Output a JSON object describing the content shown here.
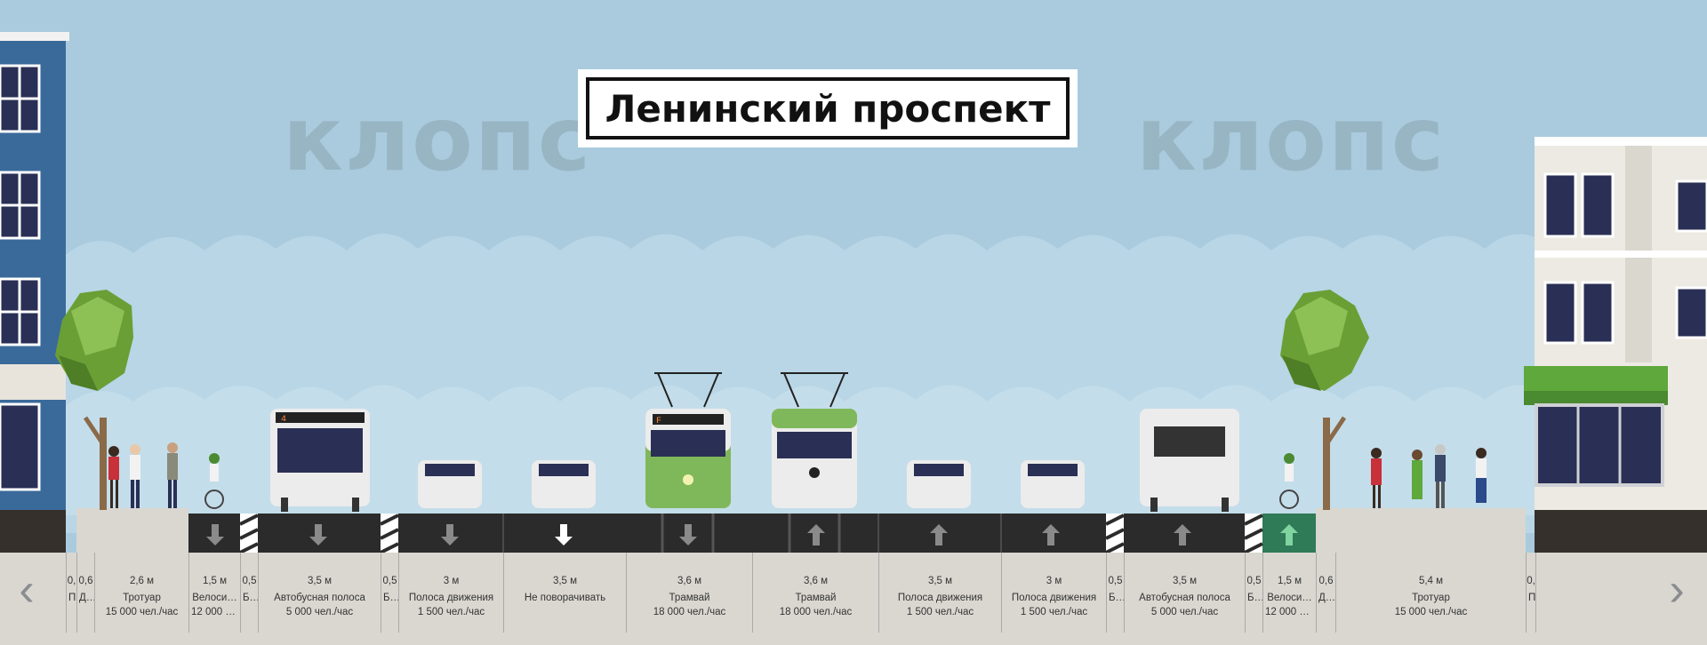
{
  "street": {
    "title": "Ленинский проспект"
  },
  "watermark": "клопс",
  "nav": {
    "prev": "‹",
    "next": "›"
  },
  "colors": {
    "sky": "#a9cbdd",
    "asphalt": "#2b2b2b",
    "sidewalk": "#d9d7d0",
    "bike_lane": "#2f7a57",
    "tram_green": "#7fb85a",
    "building_blue": "#3a6a9a",
    "tree": "#6a9f35"
  },
  "segments": [
    {
      "width": "0,",
      "name": "П",
      "capacity": ""
    },
    {
      "width": "0,6",
      "name": "Д…",
      "capacity": ""
    },
    {
      "width": "2,6 м",
      "name": "Тротуар",
      "capacity": "15 000 чел./час"
    },
    {
      "width": "1,5 м",
      "name": "Велоси…",
      "capacity": "12 000 ч…"
    },
    {
      "width": "0,5",
      "name": "Б…",
      "capacity": ""
    },
    {
      "width": "3,5 м",
      "name": "Автобусная полоса",
      "capacity": "5 000 чел./час"
    },
    {
      "width": "0,5",
      "name": "Б…",
      "capacity": ""
    },
    {
      "width": "3 м",
      "name": "Полоса движения",
      "capacity": "1 500 чел./час"
    },
    {
      "width": "3,5 м",
      "name": "Не поворачивать",
      "capacity": ""
    },
    {
      "width": "3,6 м",
      "name": "Трамвай",
      "capacity": "18 000 чел./час"
    },
    {
      "width": "3,6 м",
      "name": "Трамвай",
      "capacity": "18 000 чел./час"
    },
    {
      "width": "3,5 м",
      "name": "Полоса движения",
      "capacity": "1 500 чел./час"
    },
    {
      "width": "3 м",
      "name": "Полоса движения",
      "capacity": "1 500 чел./час"
    },
    {
      "width": "0,5",
      "name": "Б…",
      "capacity": ""
    },
    {
      "width": "3,5 м",
      "name": "Автобусная полоса",
      "capacity": "5 000 чел./час"
    },
    {
      "width": "0,5",
      "name": "Б…",
      "capacity": ""
    },
    {
      "width": "1,5 м",
      "name": "Велоси…",
      "capacity": "12 000 ч…"
    },
    {
      "width": "0,6",
      "name": "Д…",
      "capacity": ""
    },
    {
      "width": "5,4 м",
      "name": "Тротуар",
      "capacity": "15 000 чел./час"
    },
    {
      "width": "0,",
      "name": "П",
      "capacity": ""
    }
  ],
  "vehicles": {
    "bus_left_route": "4",
    "tram_left_route": "F"
  }
}
